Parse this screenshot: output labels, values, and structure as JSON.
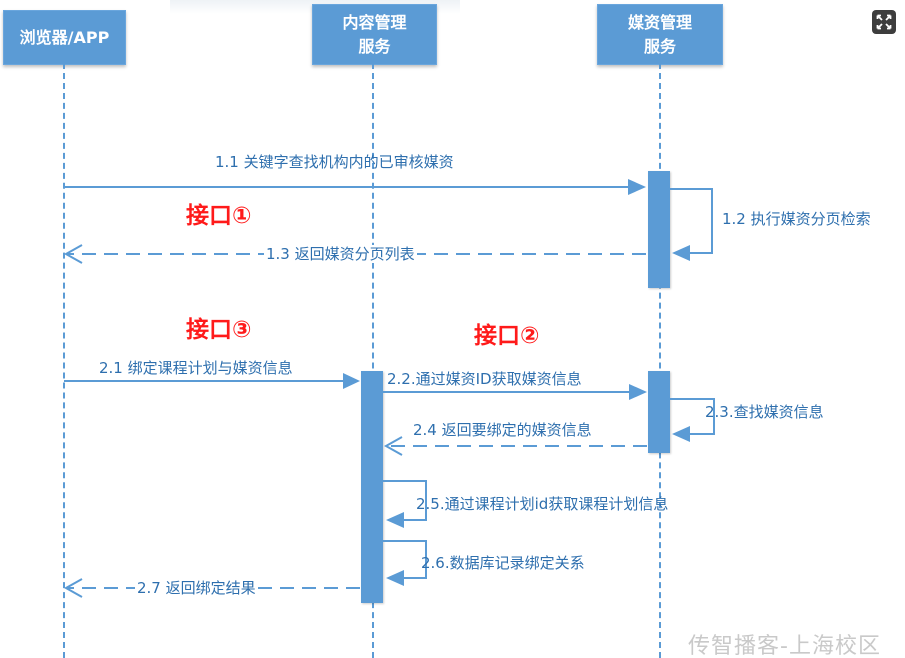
{
  "participants": {
    "browser": "浏览器/APP",
    "content_line1": "内容管理",
    "content_line2": "服务",
    "media_line1": "媒资管理",
    "media_line2": "服务"
  },
  "interfaces": {
    "if1": "接口①",
    "if2": "接口②",
    "if3": "接口③"
  },
  "messages": {
    "m1_1": "1.1 关键字查找机构内的已审核媒资",
    "m1_2": "1.2 执行媒资分页检索",
    "m1_3": "1.3 返回媒资分页列表",
    "m2_1": "2.1 绑定课程计划与媒资信息",
    "m2_2": "2.2.通过媒资ID获取媒资信息",
    "m2_3": "2.3.查找媒资信息",
    "m2_4": "2.4 返回要绑定的媒资信息",
    "m2_5": "2.5.通过课程计划id获取课程计划信息",
    "m2_6": "2.6.数据库记录绑定关系",
    "m2_7": "2.7 返回绑定结果"
  },
  "watermark": "传智播客-上海校区",
  "icons": {
    "expand": "expand-icon"
  },
  "colors": {
    "accent": "#5b9bd5",
    "label": "#2e6fae",
    "interface": "#ff1a1a"
  }
}
